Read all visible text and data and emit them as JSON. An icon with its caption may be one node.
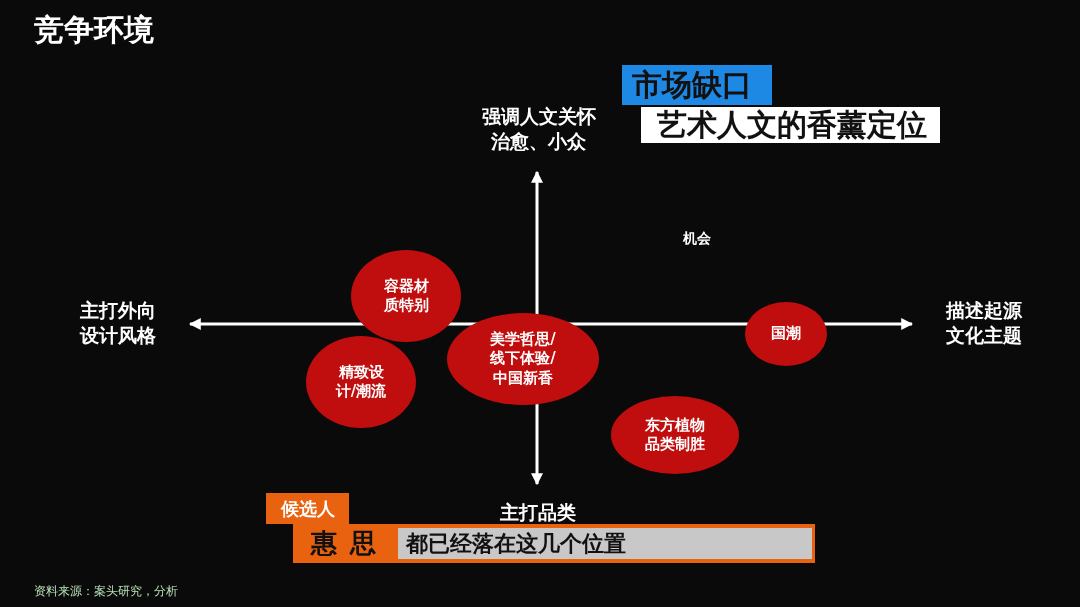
{
  "diagram": {
    "title": "竞争环境",
    "nodes": [
      {
        "text": [
          "容器材质特别"
        ]
      },
      {
        "text": [
          "精致设计/潮流"
        ]
      },
      {
        "text": [
          "美学哲思/线下体验/中国新香"
        ]
      },
      {
        "text": [
          "国潮"
        ]
      },
      {
        "text": [
          "东方植物品类制胜"
        ]
      },
      {
        "text": [
          "市场缺口"
        ]
      },
      {
        "text": [
          "艺术人文的香薰定位"
        ]
      },
      {
        "text": [
          "候选人"
        ]
      },
      {
        "text": [
          "惠 思"
        ]
      },
      {
        "text": [
          "都已经落在这几个位置"
        ],
        "in": 8
      }
    ],
    "labels": [
      "强调人文关怀治愈、小众",
      "机会",
      "主打外向设计风格",
      "描述起源文化主题",
      "主打品类",
      "资料来源：案头研究，分析"
    ]
  }
}
